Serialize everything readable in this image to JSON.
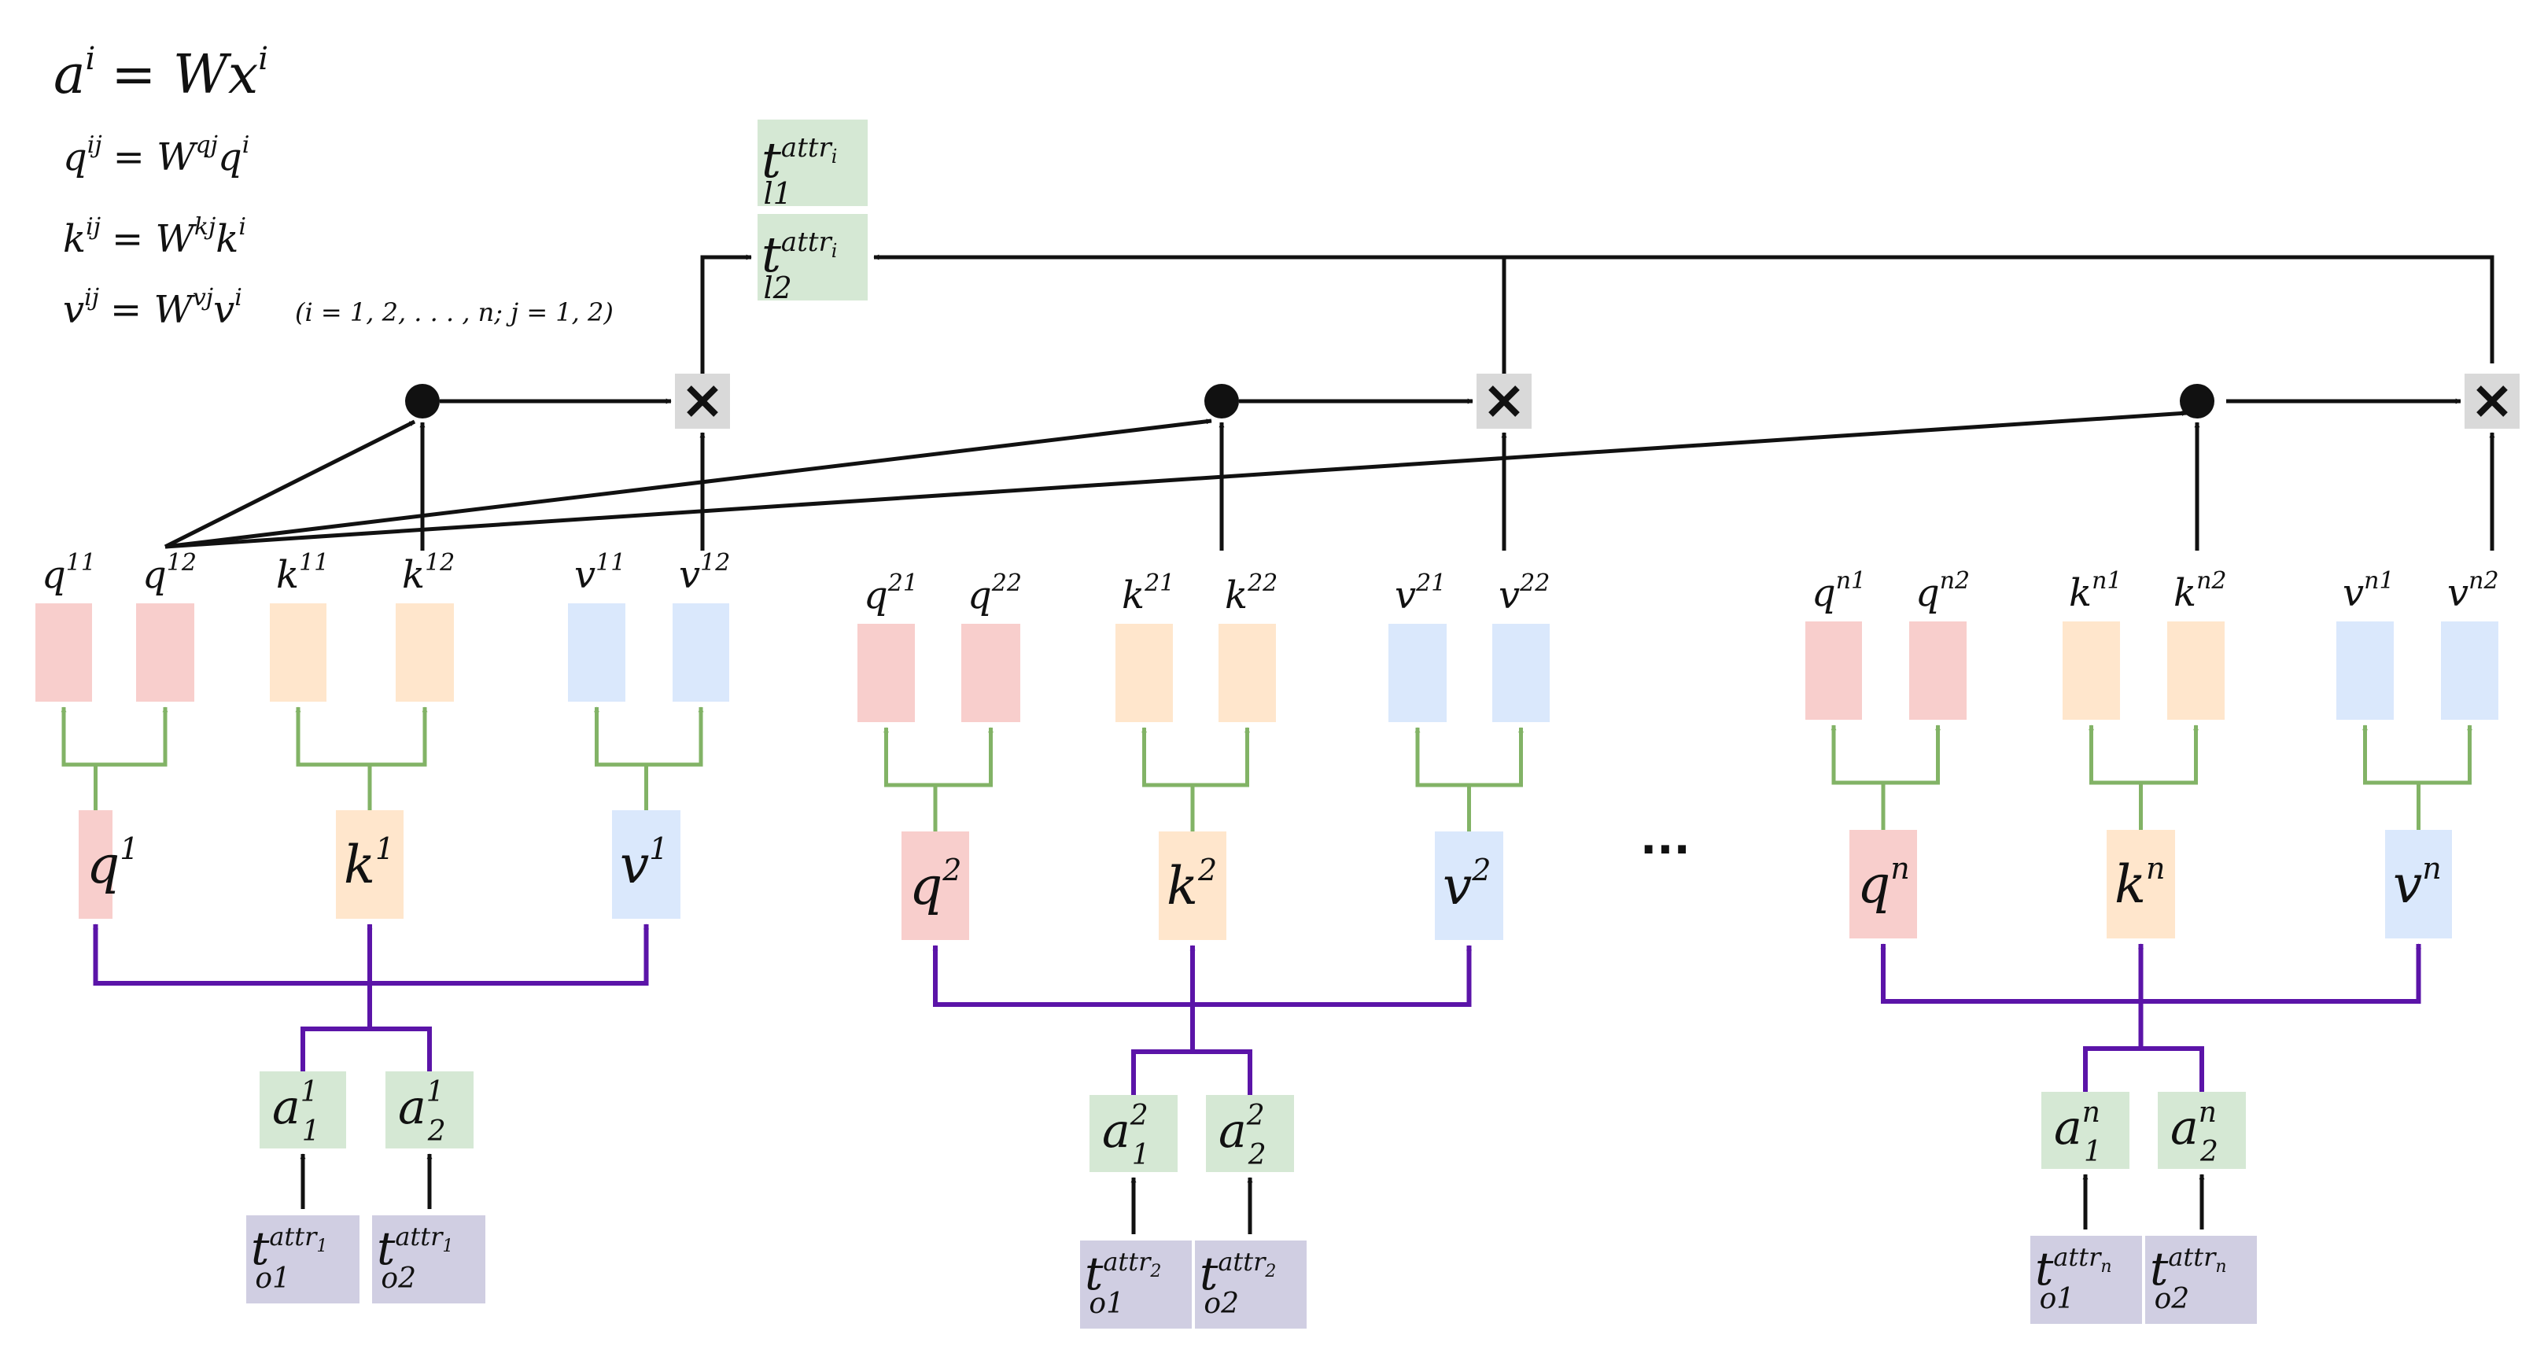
{
  "equations": {
    "eq_a": {
      "lhs": "a",
      "lhs_sup": "i",
      "rhs": "= Wx",
      "rhs_sup": "i"
    },
    "eq_q": {
      "lhs": "q",
      "lhs_sup": "ij",
      "rhs1": "= W",
      "rhs1_sup": "qj",
      "rhs2": "q",
      "rhs2_sup": "i"
    },
    "eq_k": {
      "lhs": "k",
      "lhs_sup": "ij",
      "rhs1": "= W",
      "rhs1_sup": "kj",
      "rhs2": "k",
      "rhs2_sup": "i"
    },
    "eq_v": {
      "lhs": "v",
      "lhs_sup": "ij",
      "rhs1": "= W",
      "rhs1_sup": "vj",
      "rhs2": "v",
      "rhs2_sup": "i"
    },
    "condition": "(i = 1, 2, . . . , n; j = 1, 2)"
  },
  "top_outputs": [
    {
      "base": "t",
      "sup": "attr",
      "sup_sub": "i",
      "sub": "l1"
    },
    {
      "base": "t",
      "sup": "attr",
      "sup_sub": "i",
      "sub": "l2"
    }
  ],
  "ellipsis": "...",
  "groups": [
    {
      "idx": "1",
      "heads": [
        {
          "base": "q",
          "sup1": "11",
          "sup2": "12"
        },
        {
          "base": "k",
          "sup1": "11",
          "sup2": "12"
        },
        {
          "base": "v",
          "sup1": "11",
          "sup2": "12"
        }
      ],
      "proj": [
        {
          "base": "q",
          "sup": "1"
        },
        {
          "base": "k",
          "sup": "1"
        },
        {
          "base": "v",
          "sup": "1"
        }
      ],
      "a": [
        {
          "base": "a",
          "sup": "1",
          "sub": "1"
        },
        {
          "base": "a",
          "sup": "1",
          "sub": "2"
        }
      ],
      "t": [
        {
          "base": "t",
          "sup": "attr",
          "sup_sub": "1",
          "sub": "o1"
        },
        {
          "base": "t",
          "sup": "attr",
          "sup_sub": "1",
          "sub": "o2"
        }
      ]
    },
    {
      "idx": "2",
      "heads": [
        {
          "base": "q",
          "sup1": "21",
          "sup2": "22"
        },
        {
          "base": "k",
          "sup1": "21",
          "sup2": "22"
        },
        {
          "base": "v",
          "sup1": "21",
          "sup2": "22"
        }
      ],
      "proj": [
        {
          "base": "q",
          "sup": "2"
        },
        {
          "base": "k",
          "sup": "2"
        },
        {
          "base": "v",
          "sup": "2"
        }
      ],
      "a": [
        {
          "base": "a",
          "sup": "2",
          "sub": "1"
        },
        {
          "base": "a",
          "sup": "2",
          "sub": "2"
        }
      ],
      "t": [
        {
          "base": "t",
          "sup": "attr",
          "sup_sub": "2",
          "sub": "o1"
        },
        {
          "base": "t",
          "sup": "attr",
          "sup_sub": "2",
          "sub": "o2"
        }
      ]
    },
    {
      "idx": "n",
      "heads": [
        {
          "base": "q",
          "sup1": "n1",
          "sup2": "n2"
        },
        {
          "base": "k",
          "sup1": "n1",
          "sup2": "n2"
        },
        {
          "base": "v",
          "sup1": "n1",
          "sup2": "n2"
        }
      ],
      "proj": [
        {
          "base": "q",
          "sup": "n"
        },
        {
          "base": "k",
          "sup": "n"
        },
        {
          "base": "v",
          "sup": "n"
        }
      ],
      "a": [
        {
          "base": "a",
          "sup": "n",
          "sub": "1"
        },
        {
          "base": "a",
          "sup": "n",
          "sub": "2"
        }
      ],
      "t": [
        {
          "base": "t",
          "sup": "attr",
          "sup_sub": "n",
          "sub": "o1"
        },
        {
          "base": "t",
          "sup": "attr",
          "sup_sub": "n",
          "sub": "o2"
        }
      ]
    }
  ],
  "colors": {
    "q_fill": "#f8cecc",
    "k_fill": "#ffe6cc",
    "v_fill": "#dae8fc",
    "a_fill": "#d5e8d4",
    "t_in_fill": "#d0cee2",
    "mult_fill": "#d9d9d9",
    "green_arrow": "#82b366",
    "purple_arrow": "#5b14a8",
    "black": "#111111"
  }
}
